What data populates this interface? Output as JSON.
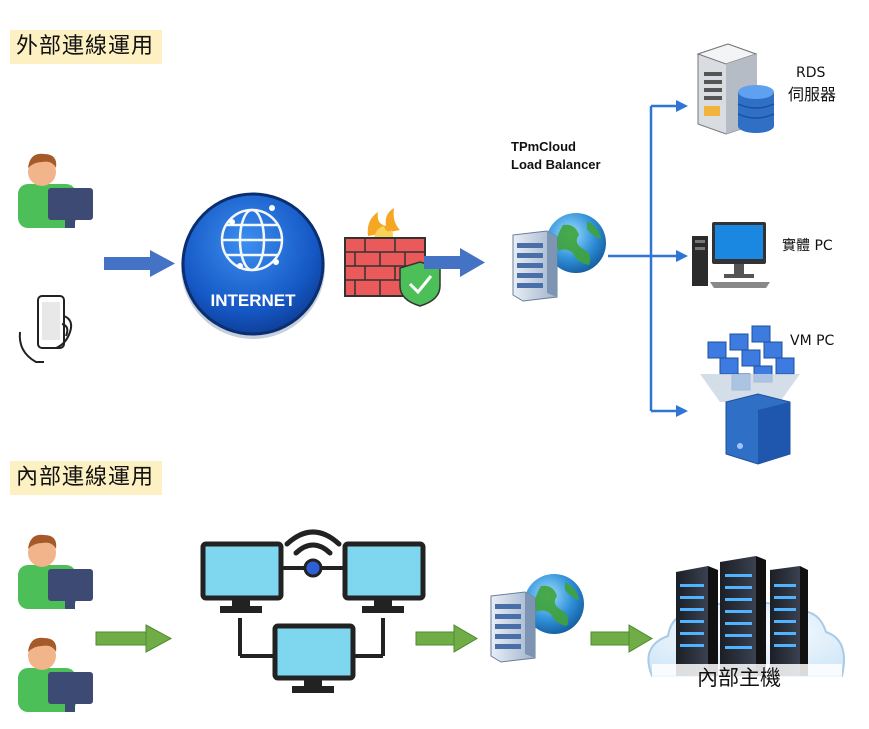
{
  "external": {
    "title": "外部連線運用",
    "internet_label": "INTERNET",
    "lb_label_line1": "TPmCloud",
    "lb_label_line2": "Load Balancer",
    "rds_line1": "RDS",
    "rds_line2": "伺服器",
    "physical_pc": "實體 PC",
    "vm_pc": "VM PC"
  },
  "internal": {
    "title": "內部連線運用",
    "host_label": "內部主機"
  },
  "colors": {
    "blue_arrow": "#4472c4",
    "green_arrow": "#70ad47",
    "title_bg": "#fdf0c2"
  }
}
